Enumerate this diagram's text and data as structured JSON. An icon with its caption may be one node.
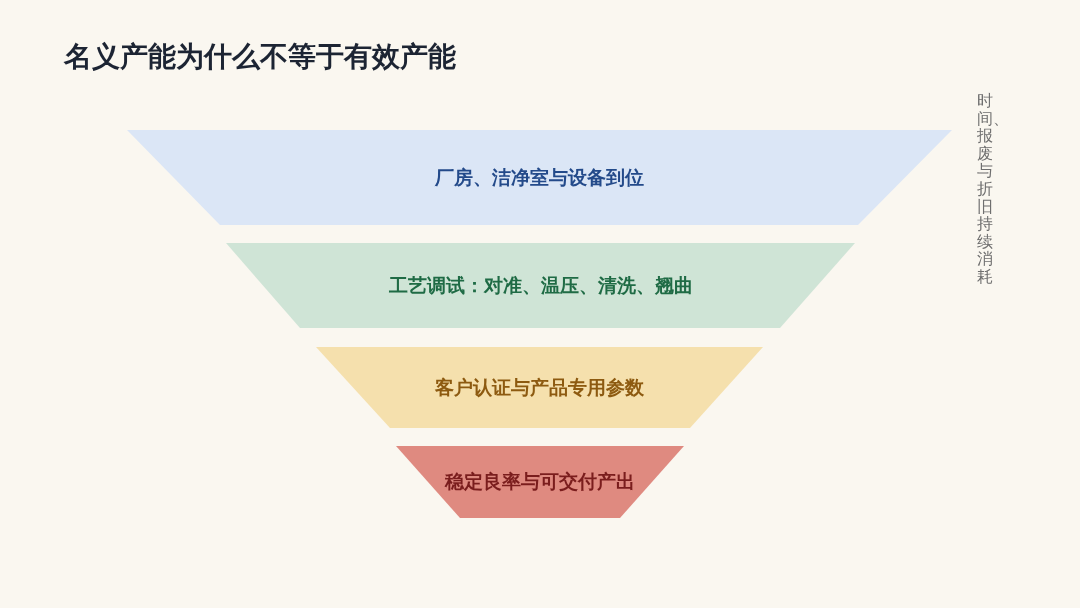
{
  "diagram": {
    "title": "名义产能为什么不等于有效产能",
    "nodes": [
      {
        "text": [
          "厂房、洁净室与设备到位"
        ]
      },
      {
        "text": [
          "工艺调试：对准、温压、清洗、翘曲"
        ]
      },
      {
        "text": [
          "客户认证与产品专用参数"
        ]
      },
      {
        "text": [
          "稳定良率与可交付产出"
        ]
      }
    ],
    "labels": [
      "时间、报废与折旧持续消耗"
    ]
  }
}
